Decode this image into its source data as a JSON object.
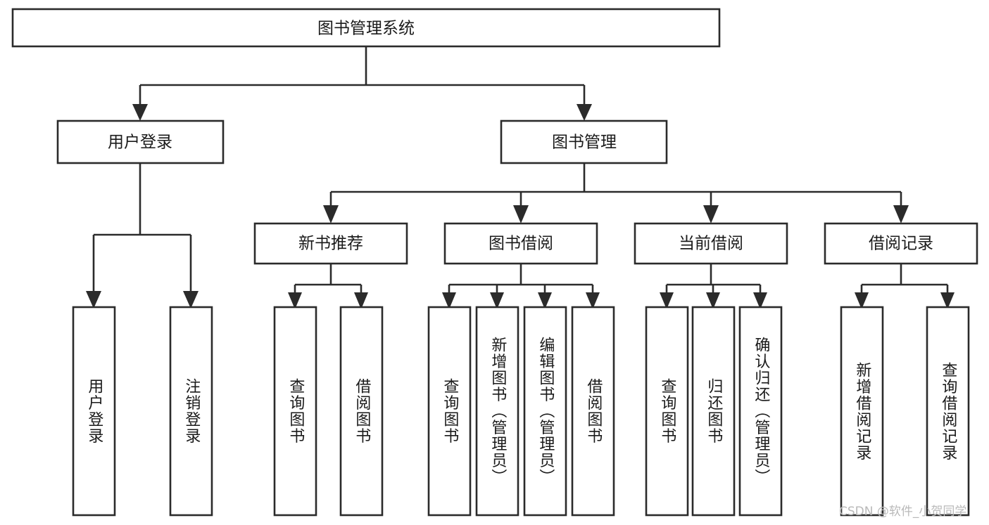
{
  "diagram": {
    "title_node": {
      "label": "图书管理系统"
    },
    "level2": [
      {
        "label": "用户登录"
      },
      {
        "label": "图书管理"
      }
    ],
    "level3": [
      {
        "label": "新书推荐"
      },
      {
        "label": "图书借阅"
      },
      {
        "label": "当前借阅"
      },
      {
        "label": "借阅记录"
      }
    ],
    "leaves": {
      "user_login": [
        {
          "label": "用户登录"
        },
        {
          "label": "注销登录"
        }
      ],
      "new_book_recommend": [
        {
          "label": "查询图书"
        },
        {
          "label": "借阅图书"
        }
      ],
      "book_borrow": [
        {
          "label": "查询图书"
        },
        {
          "label": "新增图书（管理员）"
        },
        {
          "label": "编辑图书（管理员）"
        },
        {
          "label": "借阅图书"
        }
      ],
      "current_borrow": [
        {
          "label": "查询图书"
        },
        {
          "label": "归还图书"
        },
        {
          "label": "确认归还（管理员）"
        }
      ],
      "borrow_record": [
        {
          "label": "新增借阅记录"
        },
        {
          "label": "查询借阅记录"
        }
      ]
    }
  },
  "watermark": {
    "text": "CSDN @软件_小贺同学"
  },
  "colors": {
    "stroke": "#2b2b2b",
    "fill": "#ffffff",
    "text": "#1a1a1a",
    "watermark": "#b9b9b9"
  }
}
